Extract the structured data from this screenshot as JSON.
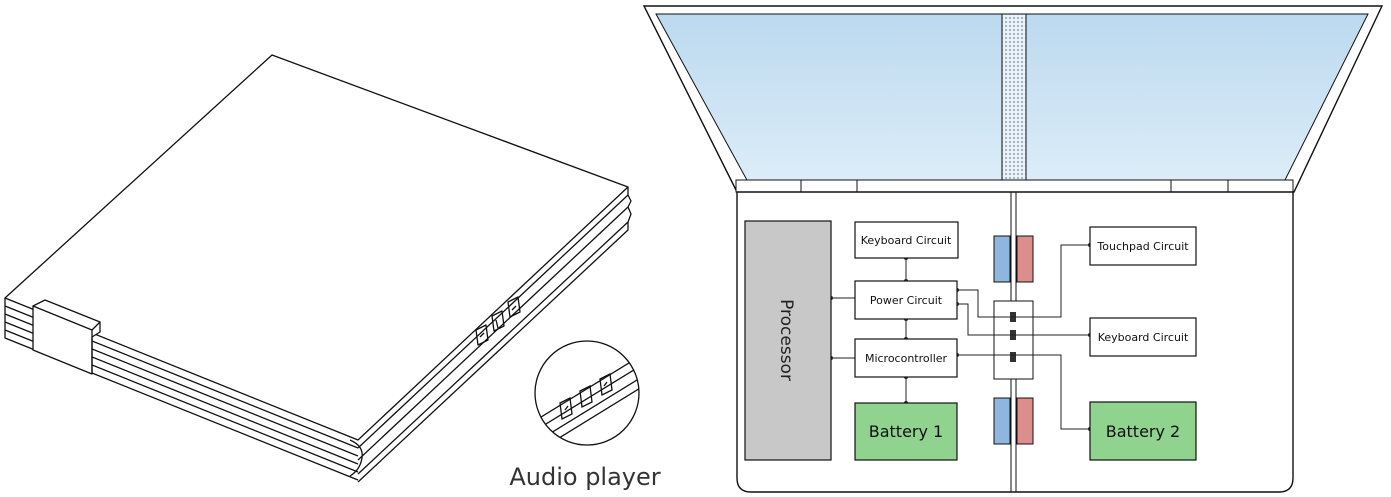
{
  "left_figure": {
    "caption": "Audio player"
  },
  "right_figure": {
    "screen_tint": "#cfe5f5",
    "blocks": {
      "processor": {
        "label": "Processor",
        "fill": "#c8c8c8"
      },
      "keyboard_circuit_left": {
        "label": "Keyboard Circuit"
      },
      "power_circuit": {
        "label": "Power Circuit"
      },
      "microcontroller": {
        "label": "Microcontroller"
      },
      "battery_1": {
        "label": "Battery 1",
        "fill": "#8fd38f"
      },
      "touchpad_circuit": {
        "label": "Touchpad Circuit"
      },
      "keyboard_circuit_right": {
        "label": "Keyboard Circuit"
      },
      "battery_2": {
        "label": "Battery 2",
        "fill": "#8fd38f"
      }
    },
    "magnet_colors": {
      "blue": "#8fb6dc",
      "red": "#dc8e8e"
    }
  }
}
